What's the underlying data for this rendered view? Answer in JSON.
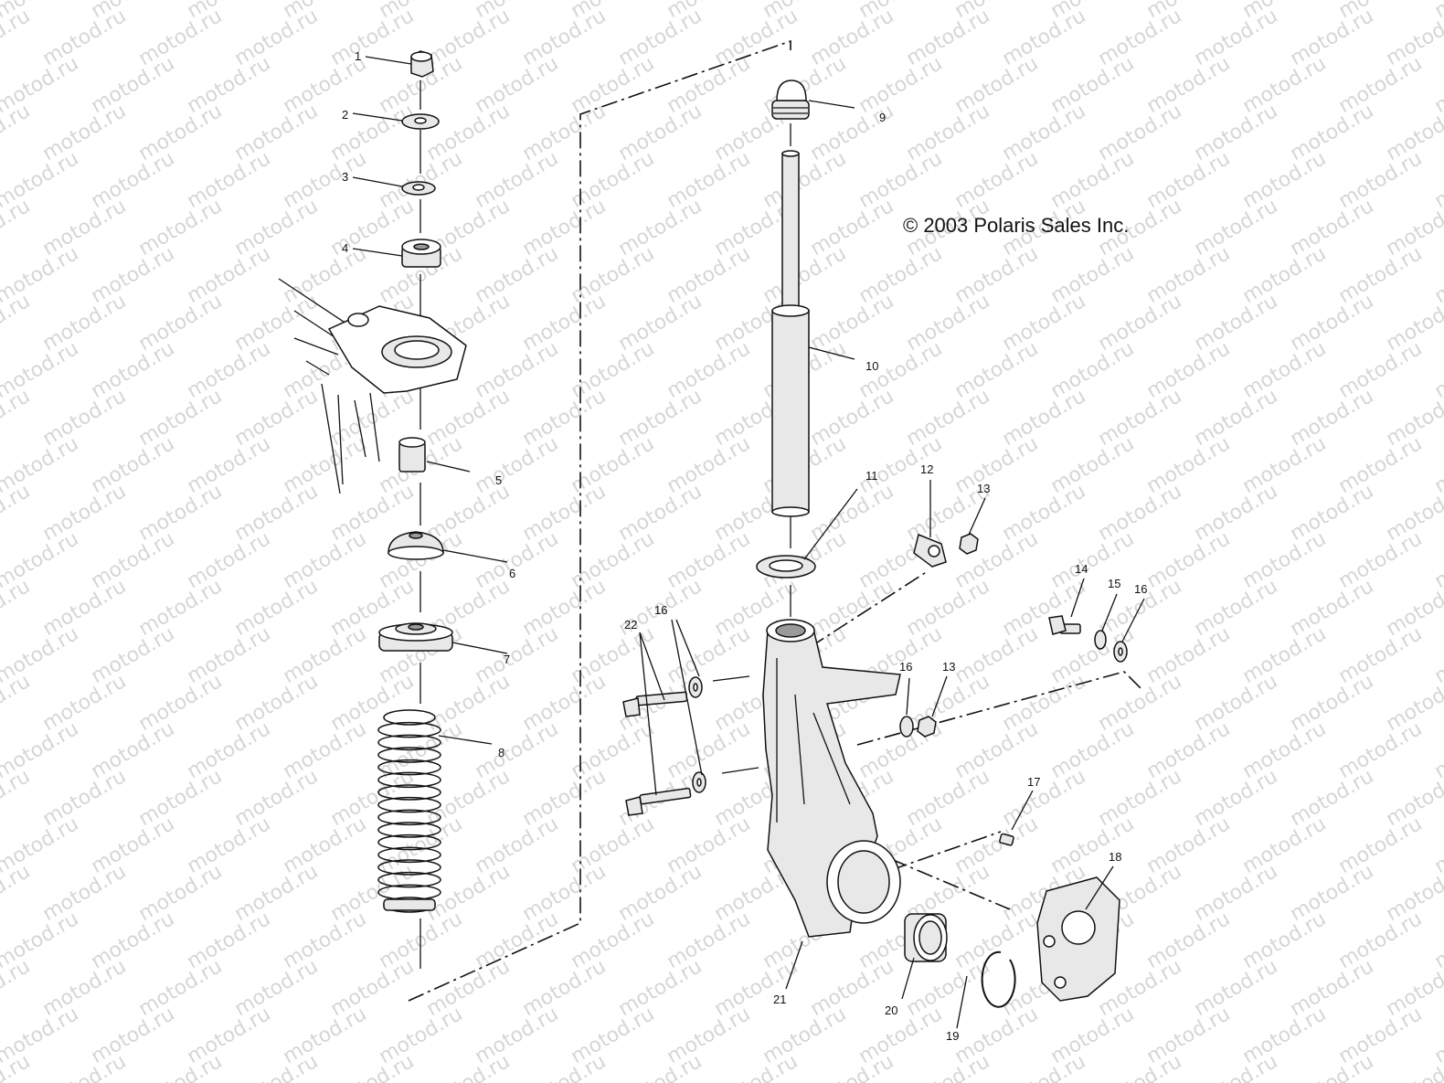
{
  "watermark_text": "motod.ru",
  "copyright": "© 2003 Polaris Sales Inc.",
  "callouts": [
    {
      "id": "c1",
      "label": "1"
    },
    {
      "id": "c2",
      "label": "2"
    },
    {
      "id": "c3",
      "label": "3"
    },
    {
      "id": "c4",
      "label": "4"
    },
    {
      "id": "c5",
      "label": "5"
    },
    {
      "id": "c6",
      "label": "6"
    },
    {
      "id": "c7",
      "label": "7"
    },
    {
      "id": "c8",
      "label": "8"
    },
    {
      "id": "c9",
      "label": "9"
    },
    {
      "id": "c10",
      "label": "10"
    },
    {
      "id": "c11",
      "label": "11"
    },
    {
      "id": "c12",
      "label": "12"
    },
    {
      "id": "c13a",
      "label": "13"
    },
    {
      "id": "c13b",
      "label": "13"
    },
    {
      "id": "c14",
      "label": "14"
    },
    {
      "id": "c15",
      "label": "15"
    },
    {
      "id": "c16a",
      "label": "16"
    },
    {
      "id": "c16b",
      "label": "16"
    },
    {
      "id": "c16c",
      "label": "16"
    },
    {
      "id": "c17",
      "label": "17"
    },
    {
      "id": "c18",
      "label": "18"
    },
    {
      "id": "c19",
      "label": "19"
    },
    {
      "id": "c20",
      "label": "20"
    },
    {
      "id": "c21",
      "label": "21"
    },
    {
      "id": "c22",
      "label": "22"
    }
  ]
}
